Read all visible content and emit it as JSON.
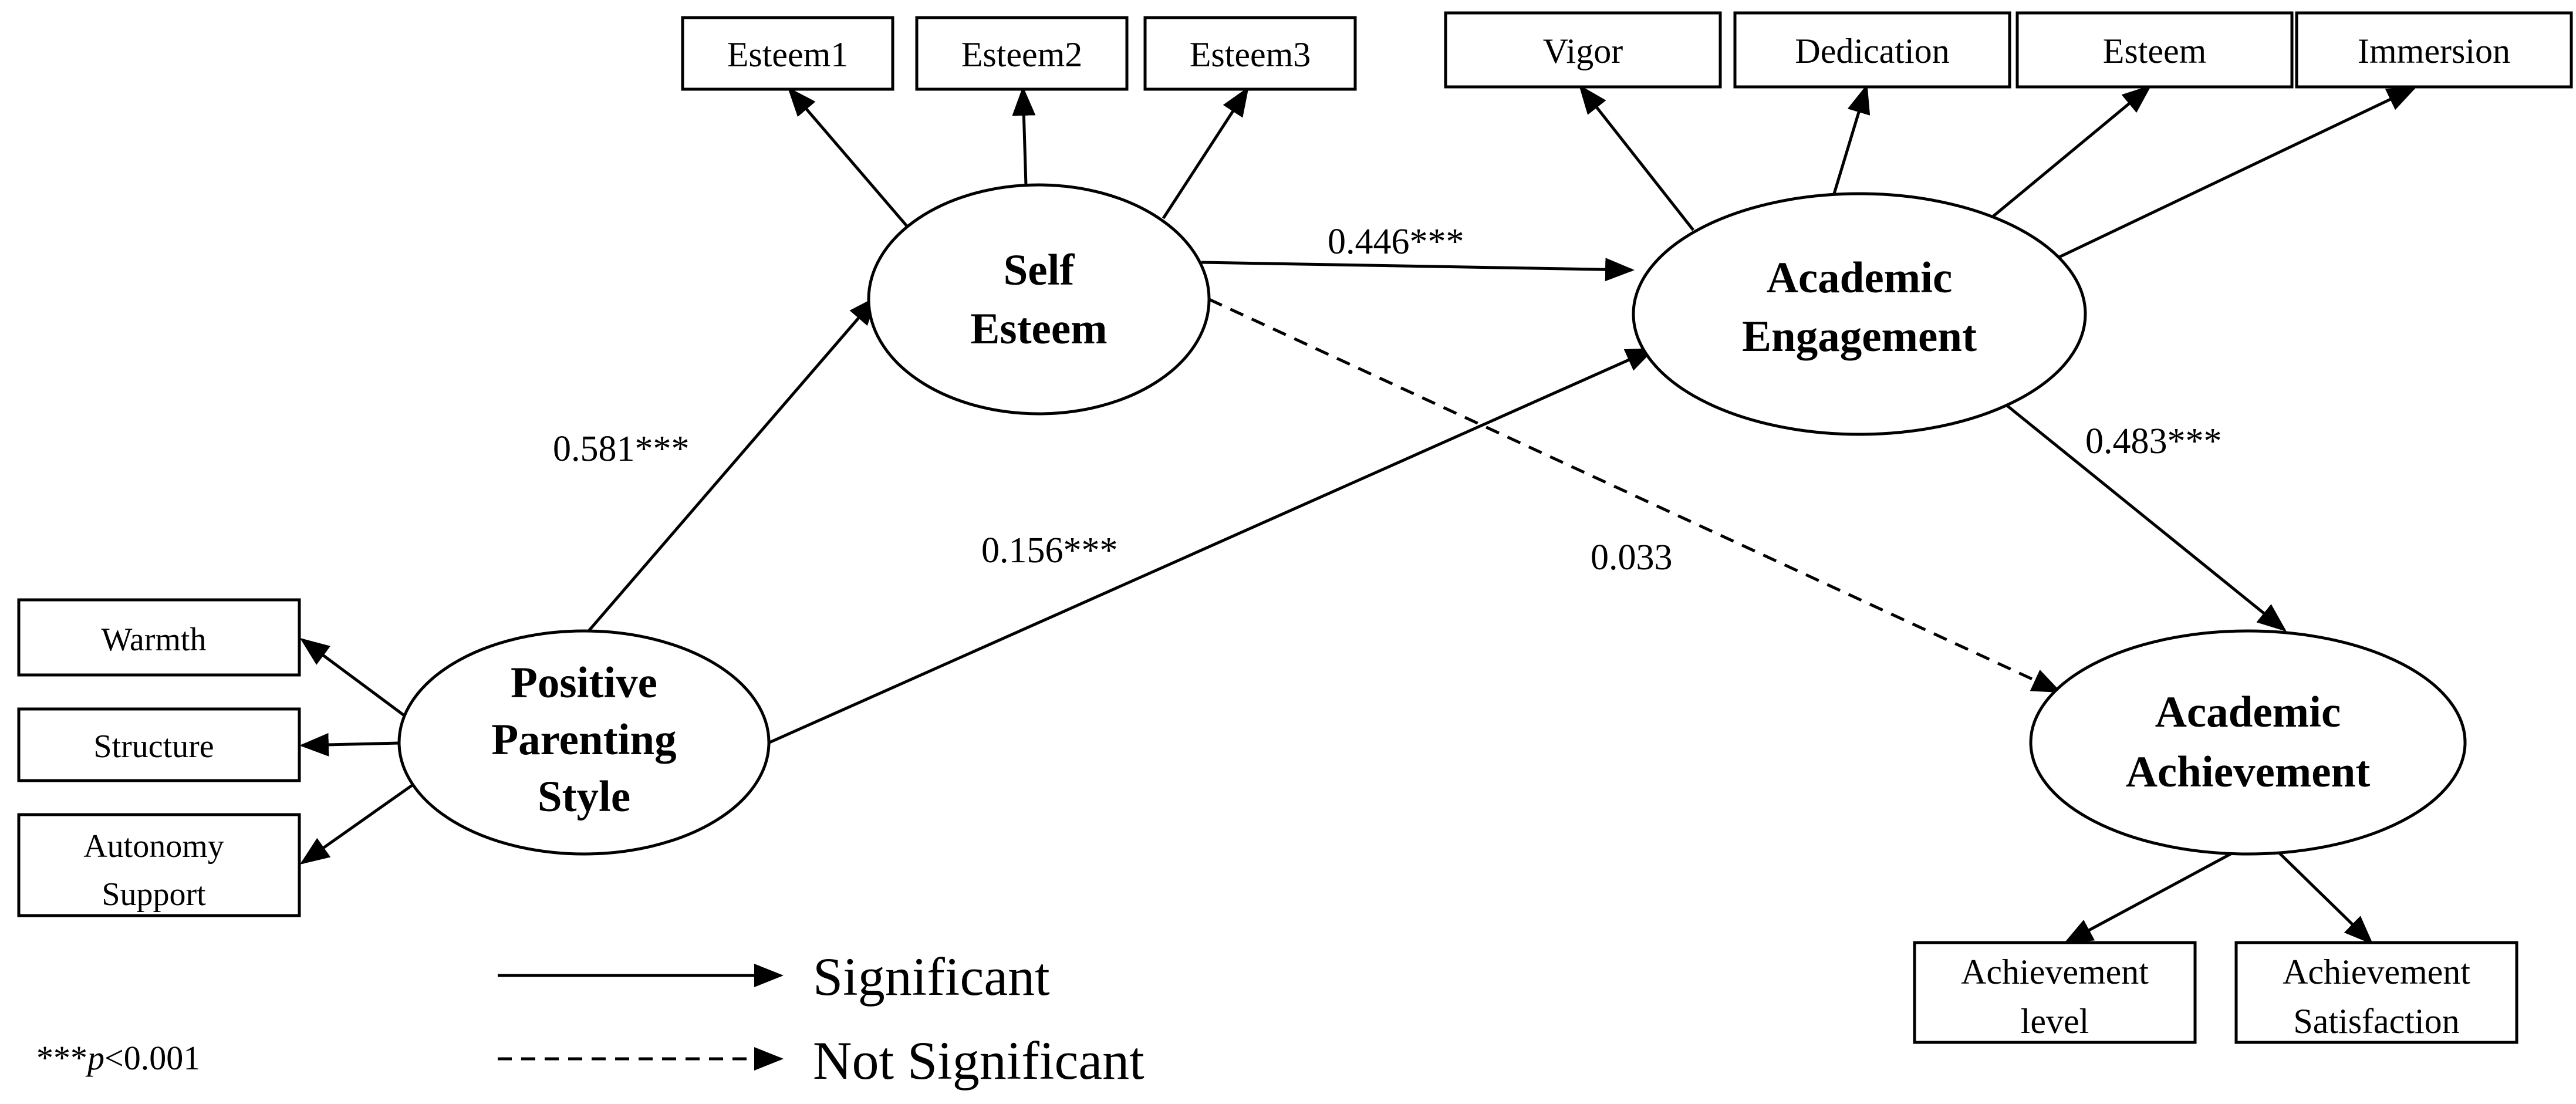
{
  "indicators": {
    "esteem1": "Esteem1",
    "esteem2": "Esteem2",
    "esteem3": "Esteem3",
    "vigor": "Vigor",
    "dedication": "Dedication",
    "esteem": "Esteem",
    "immersion": "Immersion",
    "warmth": "Warmth",
    "structure": "Structure",
    "autonomy_support": [
      "Autonomy",
      "Support"
    ],
    "achievement_level": [
      "Achievement",
      "level"
    ],
    "achievement_satisfaction": [
      "Achievement",
      "Satisfaction"
    ]
  },
  "latents": {
    "self_esteem": [
      "Self",
      "Esteem"
    ],
    "academic_engagement": [
      "Academic",
      "Engagement"
    ],
    "positive_parenting": [
      "Positive",
      "Parenting",
      "Style"
    ],
    "academic_achievement": [
      "Academic",
      "Achievement"
    ]
  },
  "coefficients": {
    "pps_to_se": "0.581***",
    "pps_to_ae": "0.156***",
    "se_to_ae": "0.446***",
    "se_to_ach": "0.033",
    "ae_to_ach": "0.483***"
  },
  "legend": {
    "significant": "Significant",
    "not_significant": "Not Significant"
  },
  "note": {
    "stars": "***",
    "p": "p",
    "threshold": "<0.001"
  }
}
